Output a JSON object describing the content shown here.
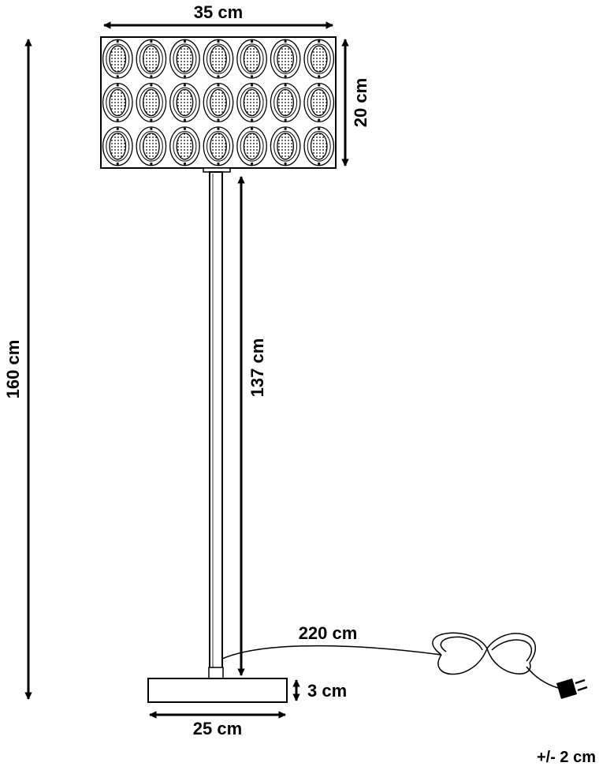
{
  "dimensions": {
    "shade_width": "35 cm",
    "shade_height": "20 cm",
    "total_height": "160 cm",
    "stand_height": "137 cm",
    "cable_length": "220 cm",
    "base_height": "3 cm",
    "base_width": "25 cm"
  },
  "tolerance": "+/- 2 cm",
  "colors": {
    "line": "#000000",
    "background": "#ffffff"
  }
}
